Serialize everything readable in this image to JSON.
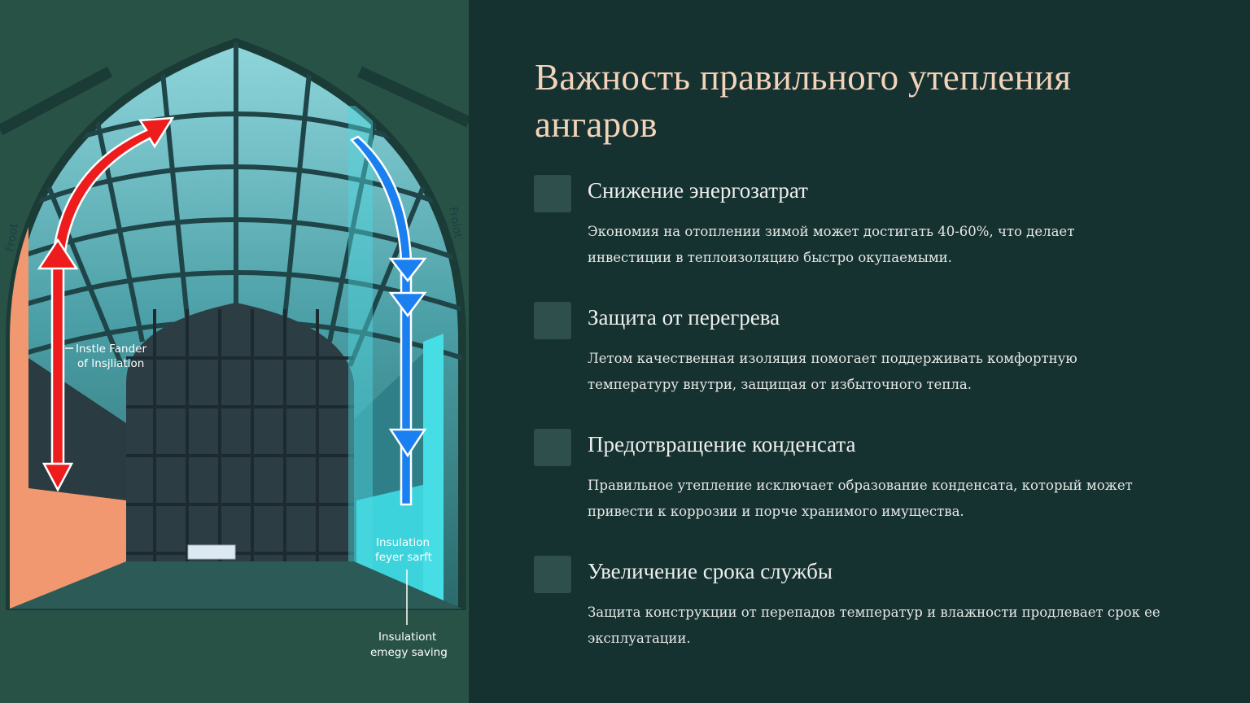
{
  "illustration": {
    "labels": {
      "inside": [
        "Instle Fander",
        "of Insjliation"
      ],
      "insulation_layer": [
        "Insulation",
        "feyer sarft"
      ],
      "energy_saving": [
        "Insulationt",
        "emegy saving"
      ],
      "side_left": "Froot",
      "side_right": "Frolot"
    },
    "colors": {
      "warm_arrow": "#ee1c1c",
      "cool_arrow": "#1a7ff0",
      "warm_wall": "#f29870",
      "cool_wall": "#3dd3dc"
    }
  },
  "title": "Важность правильного утепления ангаров",
  "items": [
    {
      "heading": "Снижение энергозатрат",
      "text": "Экономия на отоплении зимой может достигать 40-60%, что делает инвестиции в теплоизоляцию быстро окупаемыми."
    },
    {
      "heading": "Защита от перегрева",
      "text": "Летом качественная изоляция помогает поддерживать комфортную температуру внутри, защищая от избыточного тепла."
    },
    {
      "heading": "Предотвращение конденсата",
      "text": "Правильное утепление исключает образование конденсата, который может привести к коррозии и порче хранимого имущества."
    },
    {
      "heading": "Увеличение срока службы",
      "text": "Защита конструкции от перепадов температур и влажности продлевает срок ее эксплуатации."
    }
  ]
}
